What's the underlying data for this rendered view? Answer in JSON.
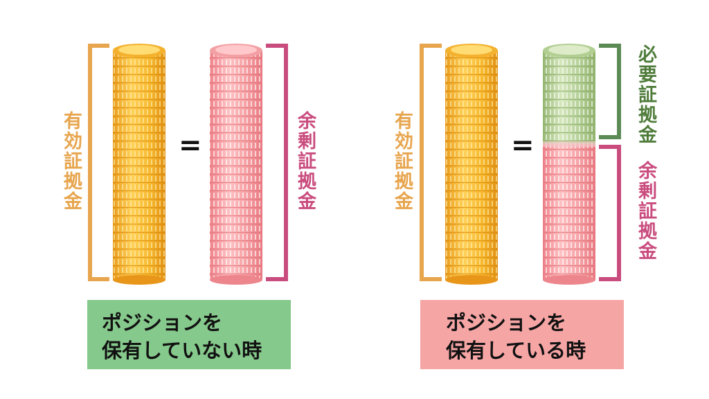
{
  "left_panel": {
    "left_label": "有効証拠金",
    "right_label": "余剰証拠金",
    "equals": "=",
    "caption_line1": "ポジションを",
    "caption_line2": "保有していない時"
  },
  "right_panel": {
    "left_label": "有効証拠金",
    "upper_right_label": "必要証拠金",
    "lower_right_label": "余剰証拠金",
    "equals": "=",
    "caption_line1": "ポジションを",
    "caption_line2": "保有している時"
  },
  "colors": {
    "gold_coin": "#F7B92F",
    "pink_coin": "#F2979B",
    "green_coin": "#A9C98A",
    "orange_bracket": "#E7A54E",
    "pink_bracket": "#C94C7E",
    "green_bracket": "#5C8A55",
    "caption_green": "#86C98C",
    "caption_pink": "#F6A5A5"
  }
}
